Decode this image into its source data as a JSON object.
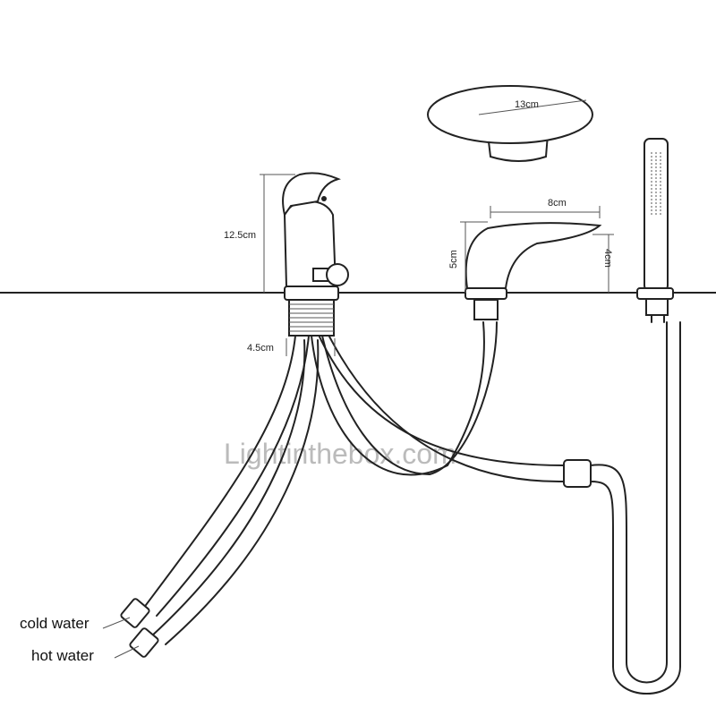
{
  "dimensions": {
    "basin_width": "13cm",
    "spout_length": "8cm",
    "mixer_height": "12.5cm",
    "spout_height": "5cm",
    "spout_tip_height": "4cm",
    "shaft_diameter": "4.5cm"
  },
  "labels": {
    "cold": "cold water",
    "hot": "hot water"
  },
  "watermark": "Lightinthebox.com",
  "colors": {
    "line": "#222222",
    "watermark": "#bbbbbb"
  }
}
